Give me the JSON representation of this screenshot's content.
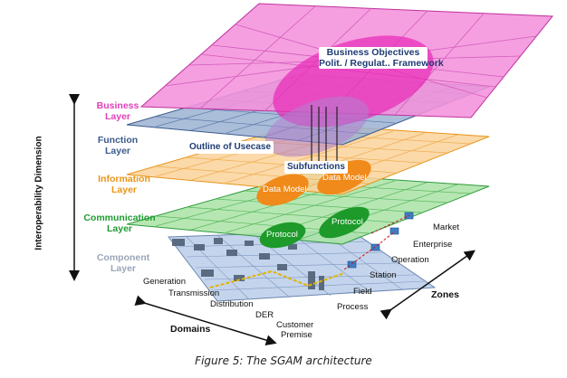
{
  "axes": {
    "interop": "Interoperability Dimension",
    "domains": "Domains",
    "zones": "Zones"
  },
  "layers": [
    {
      "line1": "Business",
      "line2": "Layer",
      "color": "#e040b8",
      "fill": "#f062d0"
    },
    {
      "line1": "Function",
      "line2": "Layer",
      "color": "#3a5a8c",
      "fill": "#7d9ac0"
    },
    {
      "line1": "Information",
      "line2": "Layer",
      "color": "#e8941a",
      "fill": "#f7b866"
    },
    {
      "line1": "Communication",
      "line2": "Layer",
      "color": "#1f9a32",
      "fill": "#7ed07e"
    },
    {
      "line1": "Component",
      "line2": "Layer",
      "color": "#9aa6b8",
      "fill": "#b8c6dc"
    }
  ],
  "domains": [
    "Generation",
    "Transmission",
    "Distribution",
    "DER",
    "Customer",
    "Premise"
  ],
  "zones": [
    "Market",
    "Enterprise",
    "Operation",
    "Station",
    "Field",
    "Process"
  ],
  "annotations": {
    "business_objectives": "Business Objectives",
    "framework": "Polit. / Regulat.. Framework",
    "outline": "Outline of Usecase",
    "subfunctions": "Subfunctions",
    "data_model_1": "Data Model",
    "data_model_2": "Data Model",
    "protocol_1": "Protocol",
    "protocol_2": "Protocol"
  },
  "caption": "Figure 5: The SGAM architecture"
}
